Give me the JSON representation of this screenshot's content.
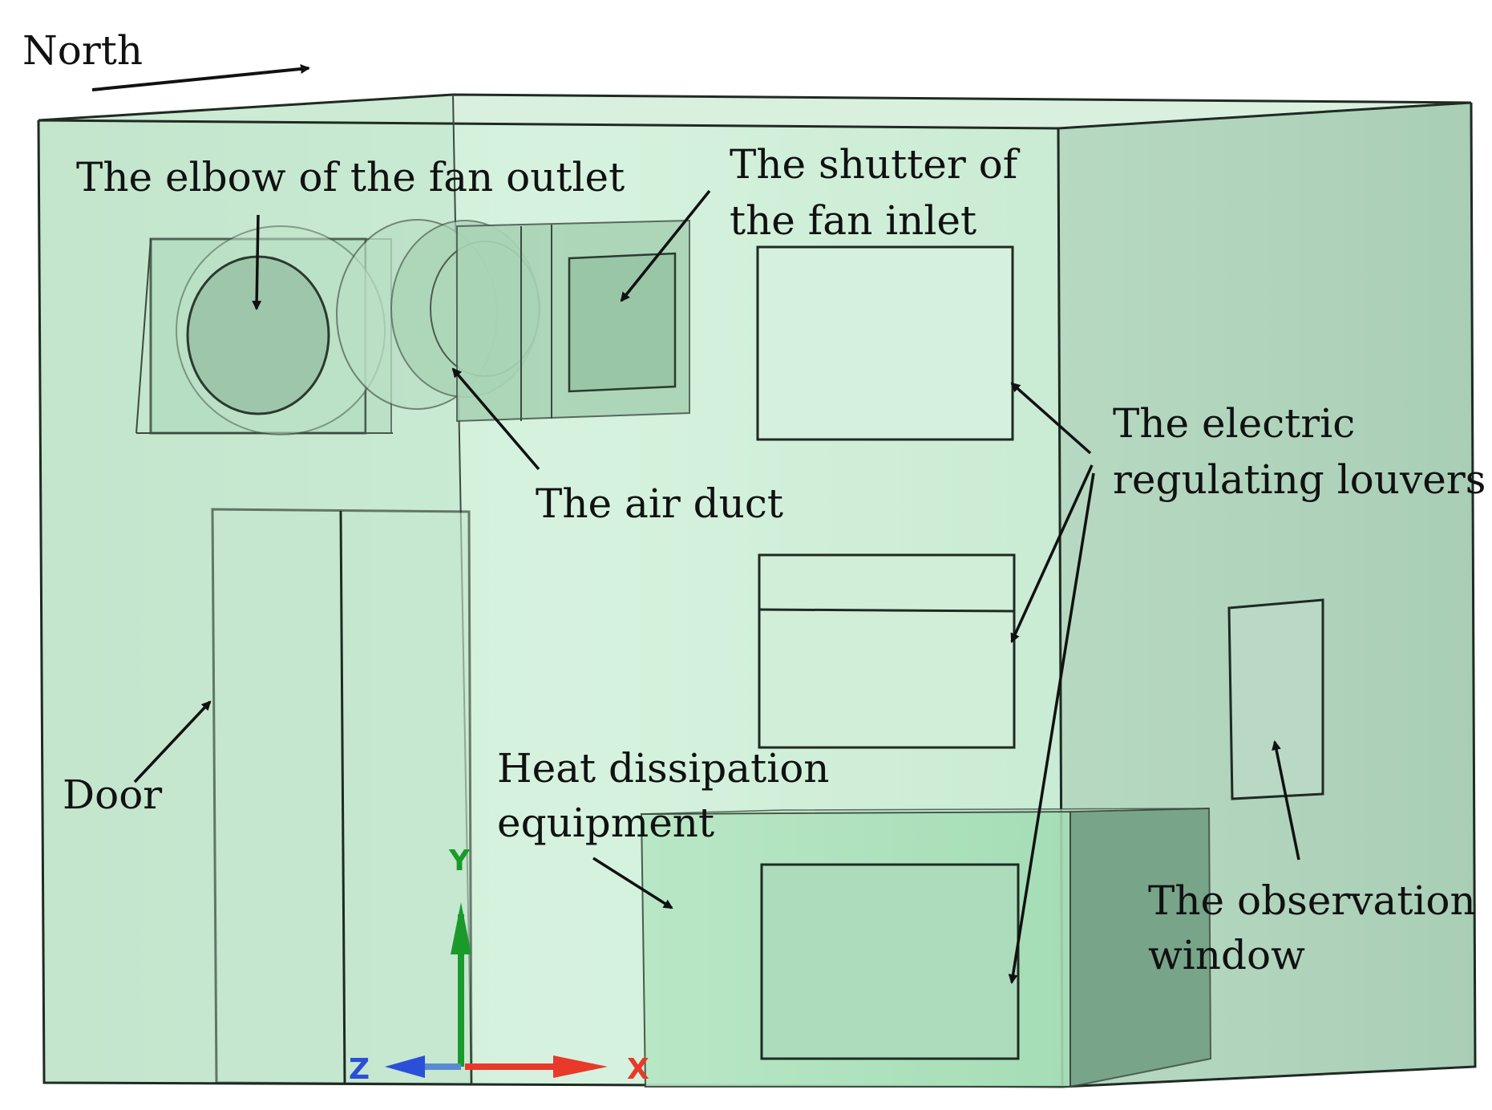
{
  "compass": {
    "label": "North"
  },
  "labels": {
    "elbow": "The elbow of the fan outlet",
    "shutter_line1": "The shutter of",
    "shutter_line2": "the fan inlet",
    "air_duct": "The air duct",
    "louvers_line1": "The electric",
    "louvers_line2": "regulating louvers",
    "door": "Door",
    "heat_line1": "Heat dissipation",
    "heat_line2": "equipment",
    "window_line1": "The observation",
    "window_line2": "window"
  },
  "axes": {
    "x": "X",
    "y": "Y",
    "z": "Z"
  },
  "colors": {
    "room_front": "#c9ecd3",
    "room_side": "#b3d6c0",
    "room_top": "#d6f0dc",
    "equipment": "#a8e0b8",
    "equipment_side": "#6f9a80",
    "axis_x": "#e8392a",
    "axis_y": "#1a9a2a",
    "axis_z": "#2a4fd8"
  }
}
